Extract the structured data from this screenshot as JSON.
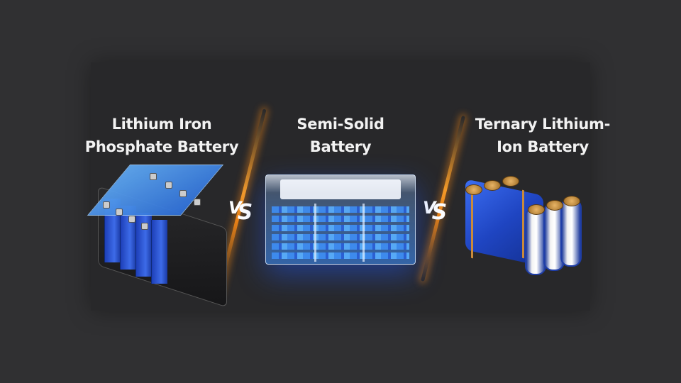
{
  "background_color": "#303032",
  "accent_color": "#ff9a1f",
  "comparison": {
    "items": [
      {
        "title_line1": "Lithium Iron",
        "title_line2": "Phosphate Battery",
        "image": "lfp-battery-pack-image"
      },
      {
        "title_line1": "Semi-Solid",
        "title_line2": "Battery",
        "image": "semi-solid-battery-image"
      },
      {
        "title_line1": "Ternary Lithium-",
        "title_line2": "Ion Battery",
        "image": "ternary-lithium-cells-image"
      }
    ],
    "separators": [
      {
        "label_v": "V",
        "label_s": "S"
      },
      {
        "label_v": "V",
        "label_s": "S"
      }
    ]
  }
}
